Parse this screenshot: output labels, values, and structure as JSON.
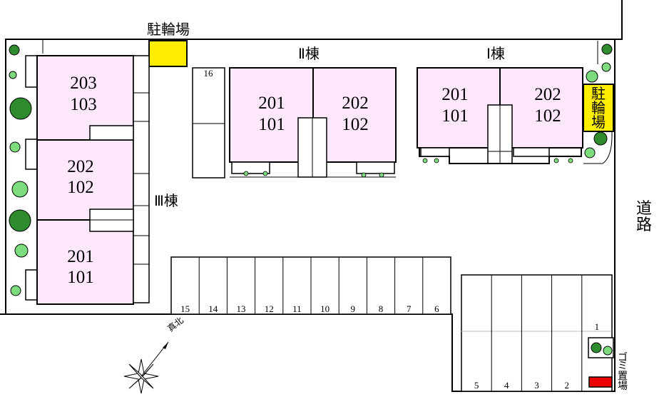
{
  "colors": {
    "unit_fill": "#fde8fb",
    "bike_fill": "#ffee00",
    "garbage_fill": "#ee0000",
    "tree_dark": "#2e8b2e",
    "tree_light": "#7ddc7d"
  },
  "buildings": {
    "bldg1": {
      "name": "Ⅰ棟",
      "units": [
        {
          "top": "201",
          "bottom": "101"
        },
        {
          "top": "202",
          "bottom": "102"
        }
      ]
    },
    "bldg2": {
      "name": "Ⅱ棟",
      "units": [
        {
          "top": "201",
          "bottom": "101"
        },
        {
          "top": "202",
          "bottom": "102"
        }
      ]
    },
    "bldg3": {
      "name": "Ⅲ棟",
      "units": [
        {
          "top": "203",
          "bottom": "103"
        },
        {
          "top": "202",
          "bottom": "102"
        },
        {
          "top": "201",
          "bottom": "101"
        }
      ]
    }
  },
  "labels": {
    "bike_parking_top": "駐輪場",
    "bike_parking_right": [
      "駐",
      "輪",
      "場"
    ],
    "road": [
      "道",
      "路"
    ],
    "garbage": [
      "ゴ",
      "ミ",
      "置",
      "場"
    ],
    "north": "真北"
  },
  "parking": {
    "top_single": "16",
    "top_row": [
      "15",
      "14",
      "13",
      "12",
      "11",
      "10",
      "9",
      "8",
      "7",
      "6"
    ],
    "bottom_row": [
      "5",
      "4",
      "3",
      "2",
      "1"
    ]
  },
  "icons": [
    "compass-icon",
    "tree-icon"
  ]
}
